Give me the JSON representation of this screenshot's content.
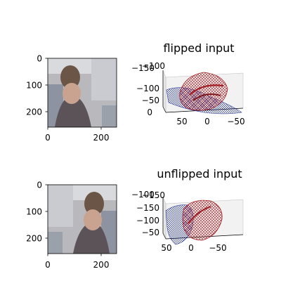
{
  "chart_data": [
    {
      "type": "image",
      "panel": "top-left",
      "content": "photo of a person holding a hand up near the face",
      "xlim": [
        0,
        256
      ],
      "ylim": [
        256,
        0
      ],
      "xticks": [
        "0",
        "200"
      ],
      "yticks": [
        "0",
        "100",
        "200"
      ]
    },
    {
      "type": "3d-mesh",
      "panel": "top-right",
      "title": "flipped input",
      "mesh_colors": {
        "hand": "#a11e22",
        "body": "#1b2a8f"
      },
      "tick_labels_x": [
        "50",
        "0",
        "−50"
      ],
      "tick_labels_y": [
        "−150",
        "−100",
        "−50",
        "0"
      ],
      "tick_labels_z": [
        "−150",
        "−100"
      ]
    },
    {
      "type": "image",
      "panel": "bottom-left",
      "content": "photo of a person holding a hand up near the face (unflipped)",
      "xlim": [
        0,
        256
      ],
      "ylim": [
        256,
        0
      ],
      "xticks": [
        "0",
        "200"
      ],
      "yticks": [
        "0",
        "100",
        "200"
      ]
    },
    {
      "type": "3d-mesh",
      "panel": "bottom-right",
      "title": "unflipped input",
      "mesh_colors": {
        "hand": "#a11e22",
        "body": "#1b2a8f"
      },
      "tick_labels_x": [
        "50",
        "0",
        "−50"
      ],
      "tick_labels_y": [
        "−150",
        "−100",
        "−50"
      ],
      "tick_labels_z": [
        "−100",
        "−150"
      ]
    }
  ]
}
